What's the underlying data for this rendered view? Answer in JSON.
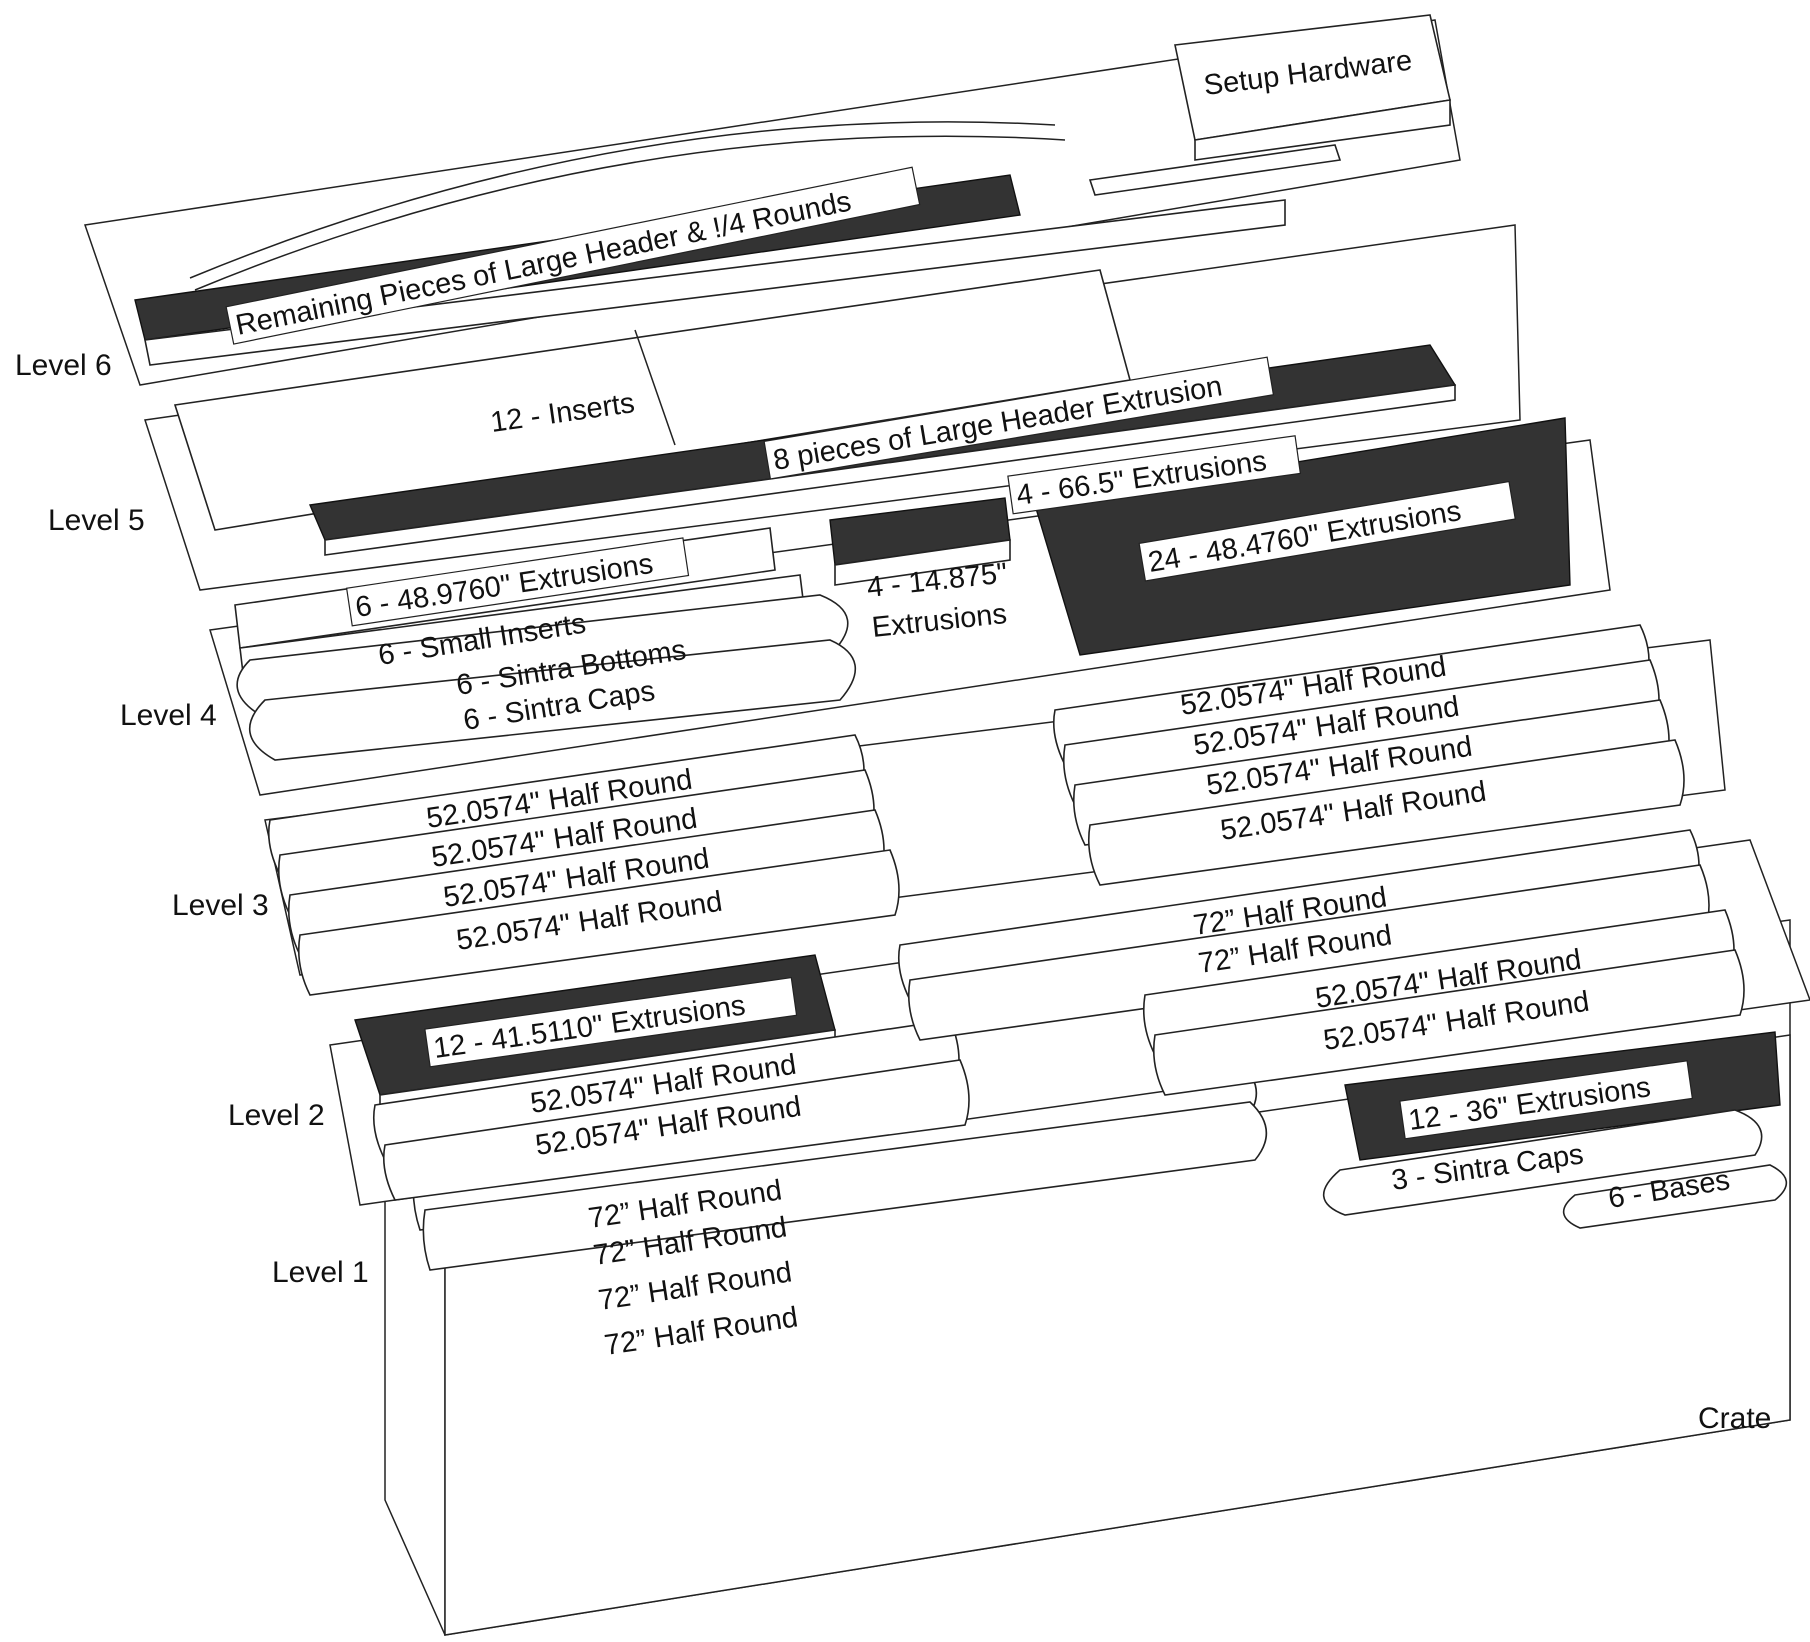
{
  "levels": {
    "level1": "Level 1",
    "level2": "Level 2",
    "level3": "Level 3",
    "level4": "Level 4",
    "level5": "Level 5",
    "level6": "Level 6",
    "crate": "Crate"
  },
  "items": {
    "setup_hardware": "Setup Hardware",
    "remaining_pieces": "Remaining Pieces of Large Header & !/4 Rounds",
    "inserts": "12 - Inserts",
    "large_header": "8 pieces of Large Header Extrusion",
    "ext_66": "4 - 66.5\" Extrusions",
    "ext_48_476": "24 - 48.4760\" Extrusions",
    "ext_48_976": "6 - 48.9760\" Extrusions",
    "ext_14_num": "4 - 14.875\"",
    "ext_14_word": "Extrusions",
    "small_inserts": "6 - Small Inserts",
    "sintra_bottoms": "6 - Sintra Bottoms",
    "sintra_caps_6": "6 - Sintra Caps",
    "ext_41": "12 - 41.5110\" Extrusions",
    "ext_36": "12 - 36\" Extrusions",
    "sintra_caps_3": "3 - Sintra Caps",
    "bases": "6 - Bases",
    "half_round_52": "52.0574\" Half Round",
    "half_round_72": "72” Half Round"
  }
}
